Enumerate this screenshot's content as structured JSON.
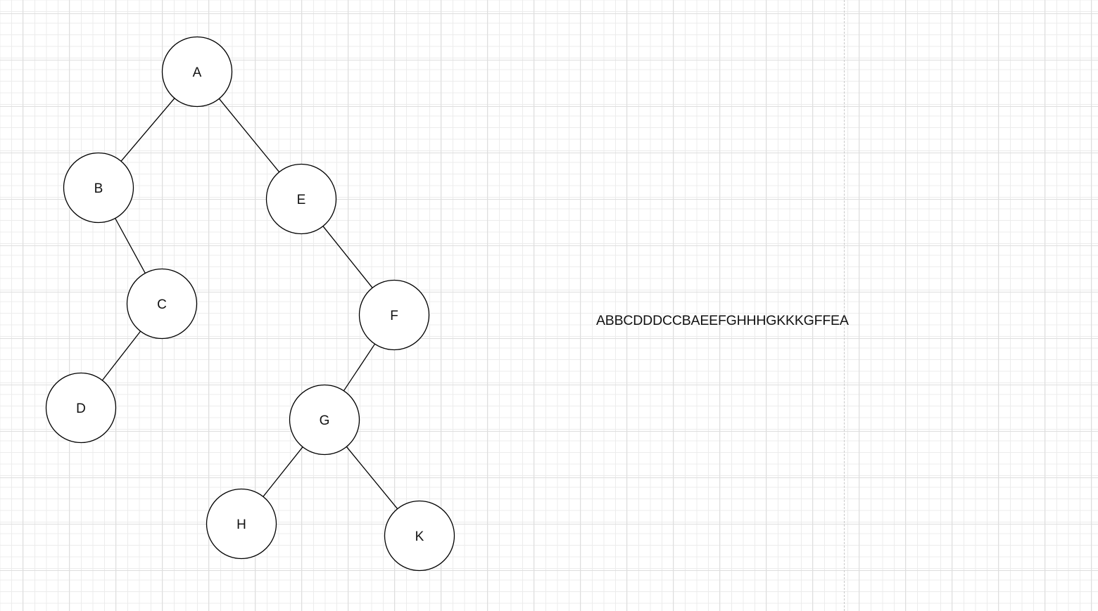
{
  "diagram": {
    "type": "binary-tree",
    "nodes": [
      {
        "id": "A",
        "label": "A"
      },
      {
        "id": "B",
        "label": "B"
      },
      {
        "id": "E",
        "label": "E"
      },
      {
        "id": "C",
        "label": "C"
      },
      {
        "id": "D",
        "label": "D"
      },
      {
        "id": "F",
        "label": "F"
      },
      {
        "id": "G",
        "label": "G"
      },
      {
        "id": "H",
        "label": "H"
      },
      {
        "id": "K",
        "label": "K"
      }
    ],
    "edges": [
      {
        "from": "A",
        "to": "B"
      },
      {
        "from": "A",
        "to": "E"
      },
      {
        "from": "B",
        "to": "C"
      },
      {
        "from": "C",
        "to": "D"
      },
      {
        "from": "E",
        "to": "F"
      },
      {
        "from": "F",
        "to": "G"
      },
      {
        "from": "G",
        "to": "H"
      },
      {
        "from": "G",
        "to": "K"
      }
    ]
  },
  "traversal_sequence": "ABBCDDDCCBAEEFGHHHGKKKGFFEA",
  "colors": {
    "node_fill": "#ffffff",
    "node_stroke": "#000000",
    "edge_stroke": "#000000",
    "text": "#111111",
    "grid": "#ececec"
  }
}
